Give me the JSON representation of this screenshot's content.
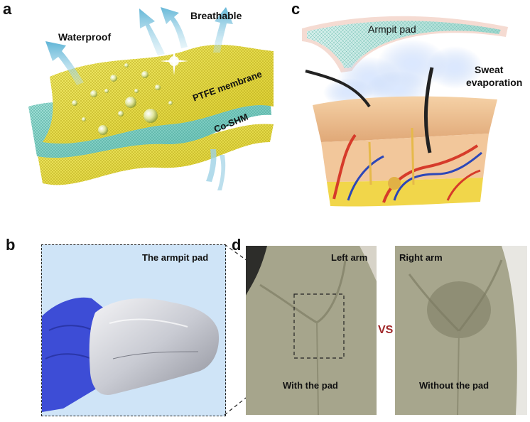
{
  "panel_a": {
    "letter": "a",
    "labels": {
      "waterproof": "Waterproof",
      "breathable": "Breathable",
      "ptfe": "PTFE membrane",
      "coshm": "Co-SHM"
    }
  },
  "panel_b": {
    "letter": "b",
    "title": "The armpit pad"
  },
  "panel_c": {
    "letter": "c",
    "pad_label": "Armpit pad",
    "sweat_line1": "Sweat",
    "sweat_line2": "evaporation"
  },
  "panel_d": {
    "letter": "d",
    "left_arm": "Left arm",
    "right_arm": "Right arm",
    "vs": "VS",
    "with_pad": "With the pad",
    "without_pad": "Without the pad"
  },
  "colors": {
    "membrane_yellow": "#e8e24a",
    "coshm_teal": "#7ecfc4",
    "arrow_blue": "#7fc3dc",
    "glove_blue": "#3b4fd1",
    "vs_red": "#a0282a",
    "shirt_olive": "#a6a58c"
  }
}
